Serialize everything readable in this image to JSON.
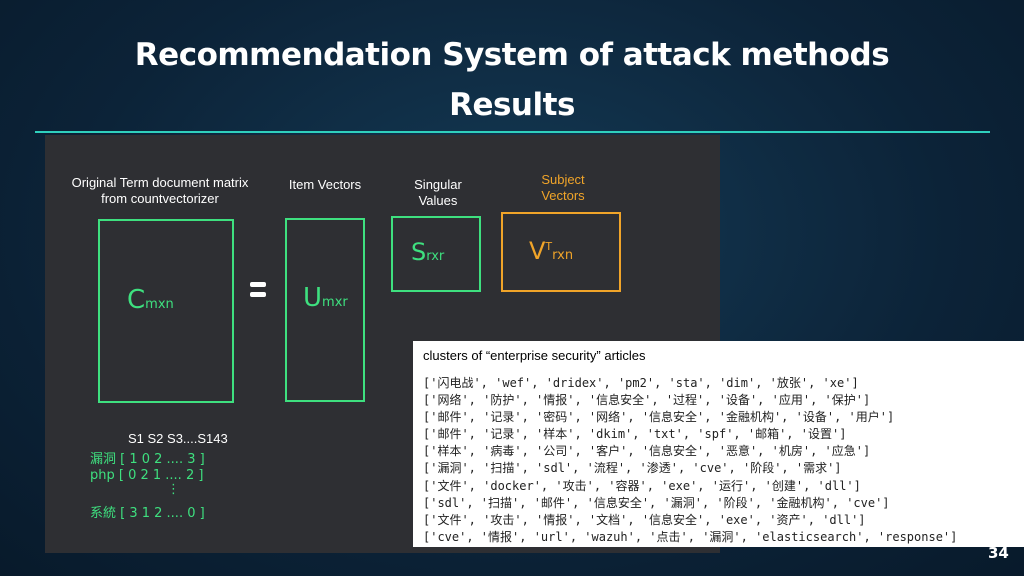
{
  "slide": {
    "title_line1": "Recommendation System of attack methods",
    "title_line2": "Results",
    "page_number": "34"
  },
  "diagram": {
    "label_original": "Original Term document matrix from countvectorizer",
    "label_item": "Item Vectors",
    "label_singular": "Singular Values",
    "label_subject": "Subject Vectors",
    "c_main": "C",
    "c_sub": "mxn",
    "u_main": "U",
    "u_sub": "mxr",
    "s_main": "S",
    "s_sub": "rxr",
    "v_main": "V",
    "v_sup": "T",
    "v_sub": "rxn",
    "equals": "="
  },
  "matrix": {
    "header": "S1 S2 S3....S143",
    "rows": [
      "漏洞 [ 1   0   2 ....  3   ]",
      "php  [ 0   2   1 ....  2   ]",
      "⋮",
      "系統 [ 3   1   2 ....  0   ]"
    ]
  },
  "panel": {
    "caption": "clusters of “enterprise security” articles",
    "lines": [
      "['闪电战', 'wef', 'dridex', 'pm2', 'sta', 'dim', '放张', 'xe']",
      "['网络', '防护', '情报', '信息安全', '过程', '设备', '应用', '保护']",
      "['邮件', '记录', '密码', '网络', '信息安全', '金融机构', '设备', '用户']",
      "['邮件', '记录', '样本', 'dkim', 'txt', 'spf', '邮箱', '设置']",
      "['样本', '病毒', '公司', '客户', '信息安全', '恶意', '机房', '应急']",
      "['漏洞', '扫描', 'sdl', '流程', '渗透', 'cve', '阶段', '需求']",
      "['文件', 'docker', '攻击', '容器', 'exe', '运行', '创建', 'dll']",
      "['sdl', '扫描', '邮件', '信息安全', '漏洞', '阶段', '金融机构', 'cve']",
      "['文件', '攻击', '情报', '文档', '信息安全', 'exe', '资产', 'dll']",
      "['cve', '情报', 'url', 'wazuh', '点击', '漏洞', 'elasticsearch', 'response']"
    ]
  }
}
